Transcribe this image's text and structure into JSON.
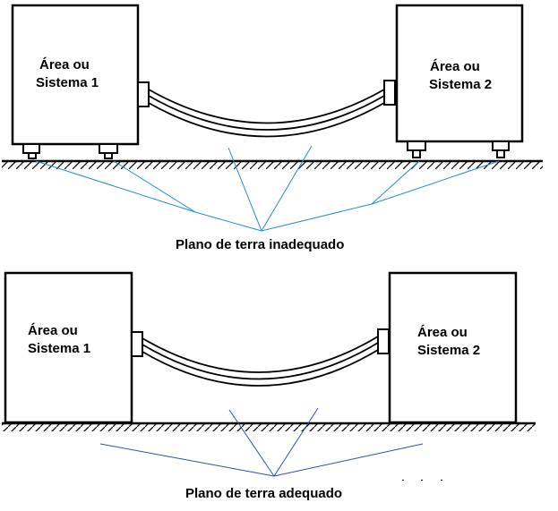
{
  "colors": {
    "line": "#000000",
    "top_connectors": "#1e90c8",
    "bottom_connectors": "#3050b0",
    "background": "#ffffff"
  },
  "top": {
    "left_box": {
      "line1": "Área ou",
      "line2": "Sistema 1"
    },
    "right_box": {
      "line1": "Área ou",
      "line2": "Sistema 2"
    },
    "caption": "Plano de terra inadequado"
  },
  "bottom": {
    "left_box": {
      "line1": "Área ou",
      "line2": "Sistema 1"
    },
    "right_box": {
      "line1": "Área ou",
      "line2": "Sistema 2"
    },
    "caption": "Plano de terra adequado"
  }
}
